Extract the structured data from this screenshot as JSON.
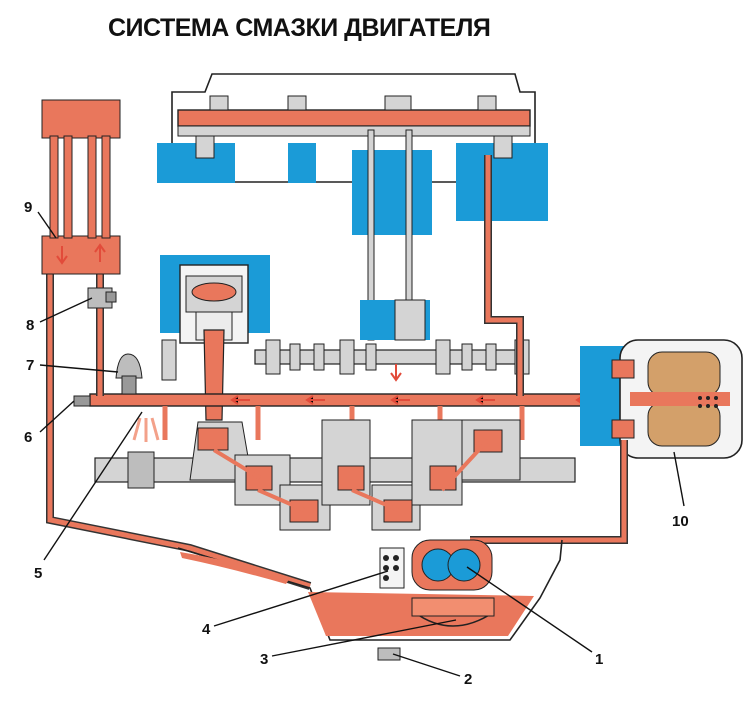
{
  "title": "СИСТЕМА СМАЗКИ ДВИГАТЕЛЯ",
  "colors": {
    "oil": "#e9775c",
    "engine": "#1b9bd7",
    "metal": "#d4d4d4"
  },
  "callouts": [
    {
      "id": "1",
      "text": "1"
    },
    {
      "id": "2",
      "text": "2"
    },
    {
      "id": "3",
      "text": "3"
    },
    {
      "id": "4",
      "text": "4"
    },
    {
      "id": "5",
      "text": "5"
    },
    {
      "id": "6",
      "text": "6"
    },
    {
      "id": "7",
      "text": "7"
    },
    {
      "id": "8",
      "text": "8"
    },
    {
      "id": "9",
      "text": "9"
    },
    {
      "id": "10",
      "text": "10"
    }
  ]
}
